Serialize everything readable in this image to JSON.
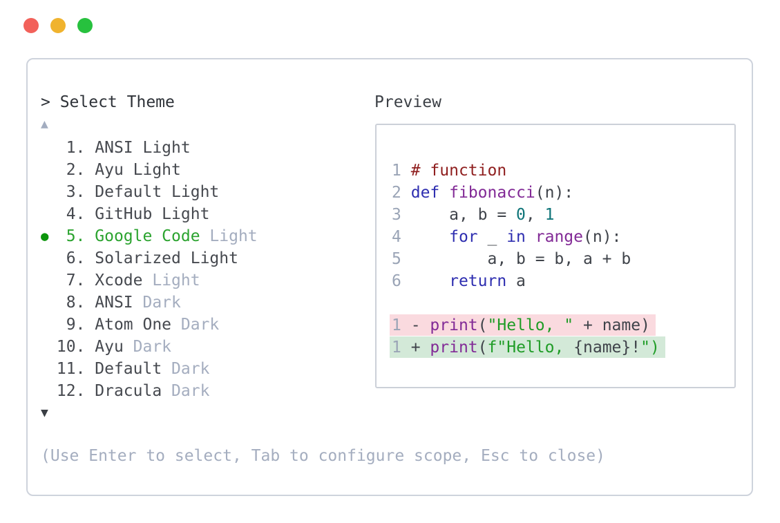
{
  "window": {
    "controls": [
      {
        "name": "close",
        "color": "#f2615a"
      },
      {
        "name": "minimize",
        "color": "#f0b32e"
      },
      {
        "name": "zoom",
        "color": "#27c13e"
      }
    ]
  },
  "picker": {
    "prompt": "> Select Theme",
    "scroll_up_icon": "▲",
    "scroll_down_icon": "▼",
    "selected_dot_icon": "●",
    "selected_index": 5,
    "accent_green": "#2ba32f",
    "muted_gray": "#a4adbf",
    "items": [
      {
        "number": "1.",
        "name": "ANSI Light",
        "suffix": "",
        "marker": "",
        "selected": false
      },
      {
        "number": "2.",
        "name": "Ayu Light",
        "suffix": "",
        "marker": "",
        "selected": false
      },
      {
        "number": "3.",
        "name": "Default Light",
        "suffix": "",
        "marker": "",
        "selected": false
      },
      {
        "number": "4.",
        "name": "GitHub Light",
        "suffix": "",
        "marker": "",
        "selected": false
      },
      {
        "number": "5.",
        "name": "Google Code",
        "suffix": "Light",
        "marker": "●",
        "selected": true
      },
      {
        "number": "6.",
        "name": "Solarized Light",
        "suffix": "",
        "marker": "",
        "selected": false
      },
      {
        "number": "7.",
        "name": "Xcode",
        "suffix": "Light",
        "marker": "",
        "selected": false
      },
      {
        "number": "8.",
        "name": "ANSI",
        "suffix": "Dark",
        "marker": "",
        "selected": false
      },
      {
        "number": "9.",
        "name": "Atom One",
        "suffix": "Dark",
        "marker": "",
        "selected": false
      },
      {
        "number": "10.",
        "name": "Ayu",
        "suffix": "Dark",
        "marker": "",
        "selected": false
      },
      {
        "number": "11.",
        "name": "Default",
        "suffix": "Dark",
        "marker": "",
        "selected": false
      },
      {
        "number": "12.",
        "name": "Dracula",
        "suffix": "Dark",
        "marker": "",
        "selected": false
      }
    ],
    "help_text": "(Use Enter to select, Tab to configure scope, Esc to close)"
  },
  "preview": {
    "title": "Preview",
    "syntax_colors": {
      "comment": "#8f1f1f",
      "keyword": "#2e2eb0",
      "function": "#822a96",
      "number": "#0e7478",
      "string": "#1f9c26",
      "plain": "#3f434a",
      "line_number": "#9aa4b6",
      "diff_removed_bg": "#fadadf",
      "diff_added_bg": "#d3e9d8"
    },
    "code_lines": [
      {
        "num": "1",
        "segments": [
          {
            "t": "# function",
            "c": "com"
          }
        ]
      },
      {
        "num": "2",
        "segments": [
          {
            "t": "def",
            "c": "kw"
          },
          {
            "t": " ",
            "c": "pln"
          },
          {
            "t": "fibonacci",
            "c": "fn"
          },
          {
            "t": "(n):",
            "c": "pln"
          }
        ]
      },
      {
        "num": "3",
        "segments": [
          {
            "t": "    a, b = ",
            "c": "pln"
          },
          {
            "t": "0",
            "c": "lit"
          },
          {
            "t": ", ",
            "c": "pln"
          },
          {
            "t": "1",
            "c": "lit"
          }
        ]
      },
      {
        "num": "4",
        "segments": [
          {
            "t": "    ",
            "c": "pln"
          },
          {
            "t": "for",
            "c": "kw"
          },
          {
            "t": " _ ",
            "c": "pln"
          },
          {
            "t": "in",
            "c": "kw"
          },
          {
            "t": " ",
            "c": "pln"
          },
          {
            "t": "range",
            "c": "fn"
          },
          {
            "t": "(n):",
            "c": "pln"
          }
        ]
      },
      {
        "num": "5",
        "segments": [
          {
            "t": "        a, b = b, a + b",
            "c": "pln"
          }
        ]
      },
      {
        "num": "6",
        "segments": [
          {
            "t": "    ",
            "c": "pln"
          },
          {
            "t": "return",
            "c": "kw"
          },
          {
            "t": " a",
            "c": "pln"
          }
        ]
      }
    ],
    "diff_lines": [
      {
        "num": "1",
        "type": "removed",
        "segments": [
          {
            "t": "- ",
            "c": "pln"
          },
          {
            "t": "print",
            "c": "fn"
          },
          {
            "t": "(",
            "c": "pln"
          },
          {
            "t": "\"Hello, \"",
            "c": "str"
          },
          {
            "t": " + name)",
            "c": "pln"
          }
        ]
      },
      {
        "num": "1",
        "type": "added",
        "segments": [
          {
            "t": "+ ",
            "c": "pln"
          },
          {
            "t": "print",
            "c": "fn"
          },
          {
            "t": "(",
            "c": "pln"
          },
          {
            "t": "f\"Hello, ",
            "c": "str"
          },
          {
            "t": "{name}!",
            "c": "pln"
          },
          {
            "t": "\")",
            "c": "str"
          }
        ]
      }
    ]
  }
}
